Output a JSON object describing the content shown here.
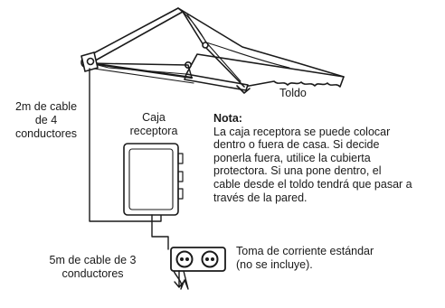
{
  "labels": {
    "awning": "Toldo",
    "receiver_box": [
      "Caja",
      "receptora"
    ],
    "cable_4": [
      "2m de cable",
      "de 4",
      "conductores"
    ],
    "cable_3": [
      "5m de cable de 3",
      "conductores"
    ],
    "outlet": [
      "Toma de corriente estándar",
      "(no se incluye)."
    ]
  },
  "note": {
    "title": "Nota:",
    "lines": [
      "La caja receptora se puede colocar",
      "dentro o fuera de casa. Si decide",
      "ponerla fuera, utilice la cubierta",
      "protectora. Si una pone dentro, el",
      "cable desde el toldo tendrá que pasar a",
      "través de la pared."
    ]
  }
}
